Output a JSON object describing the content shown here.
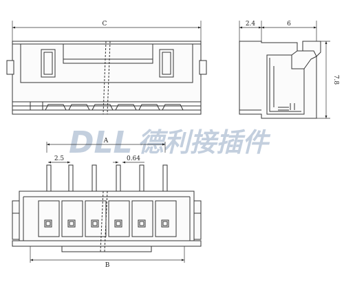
{
  "front_view": {
    "dim_c": "C"
  },
  "side_view": {
    "dim_width": "2.4",
    "dim_depth": "6",
    "dim_height": "7.8"
  },
  "bottom_view": {
    "dim_a": "A",
    "dim_pitch": "2.5",
    "dim_pin": "0.64",
    "dim_b": "B"
  },
  "watermark": {
    "latin": "DLL",
    "cjk": "德利接插件"
  }
}
